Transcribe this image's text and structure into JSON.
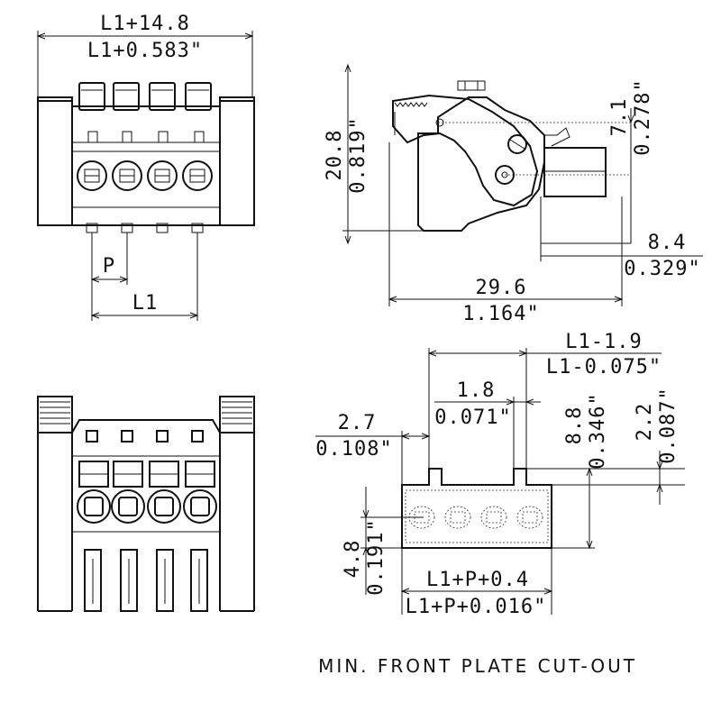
{
  "dims": {
    "top_l1_plus_14_8": "L1+14.8",
    "top_l1_plus_0_583": "L1+0.583\"",
    "pitch": "P",
    "l1": "L1",
    "height_20_8": "20.8",
    "height_0_819": "0.819\"",
    "dim_7_1": "7.1",
    "dim_0_278": "0.278\"",
    "dim_8_4": "8.4",
    "dim_0_329": "0.329\"",
    "length_29_6": "29.6",
    "length_1_164": "1.164\"",
    "cut_l1_minus_1_9": "L1-1.9",
    "cut_l1_minus_0_075": "L1-0.075\"",
    "cut_1_8": "1.8",
    "cut_0_071": "0.071\"",
    "cut_2_7": "2.7",
    "cut_0_108": "0.108\"",
    "cut_8_8": "8.8",
    "cut_0_346": "0.346\"",
    "cut_2_2": "2.2",
    "cut_0_087": "0.087\"",
    "cut_4_8": "4.8",
    "cut_0_191": "0.191\"",
    "cut_l1_p_0_4": "L1+P+0.4",
    "cut_l1_p_0_016": "L1+P+0.016\""
  },
  "caption": "MIN. FRONT PLATE CUT-OUT"
}
